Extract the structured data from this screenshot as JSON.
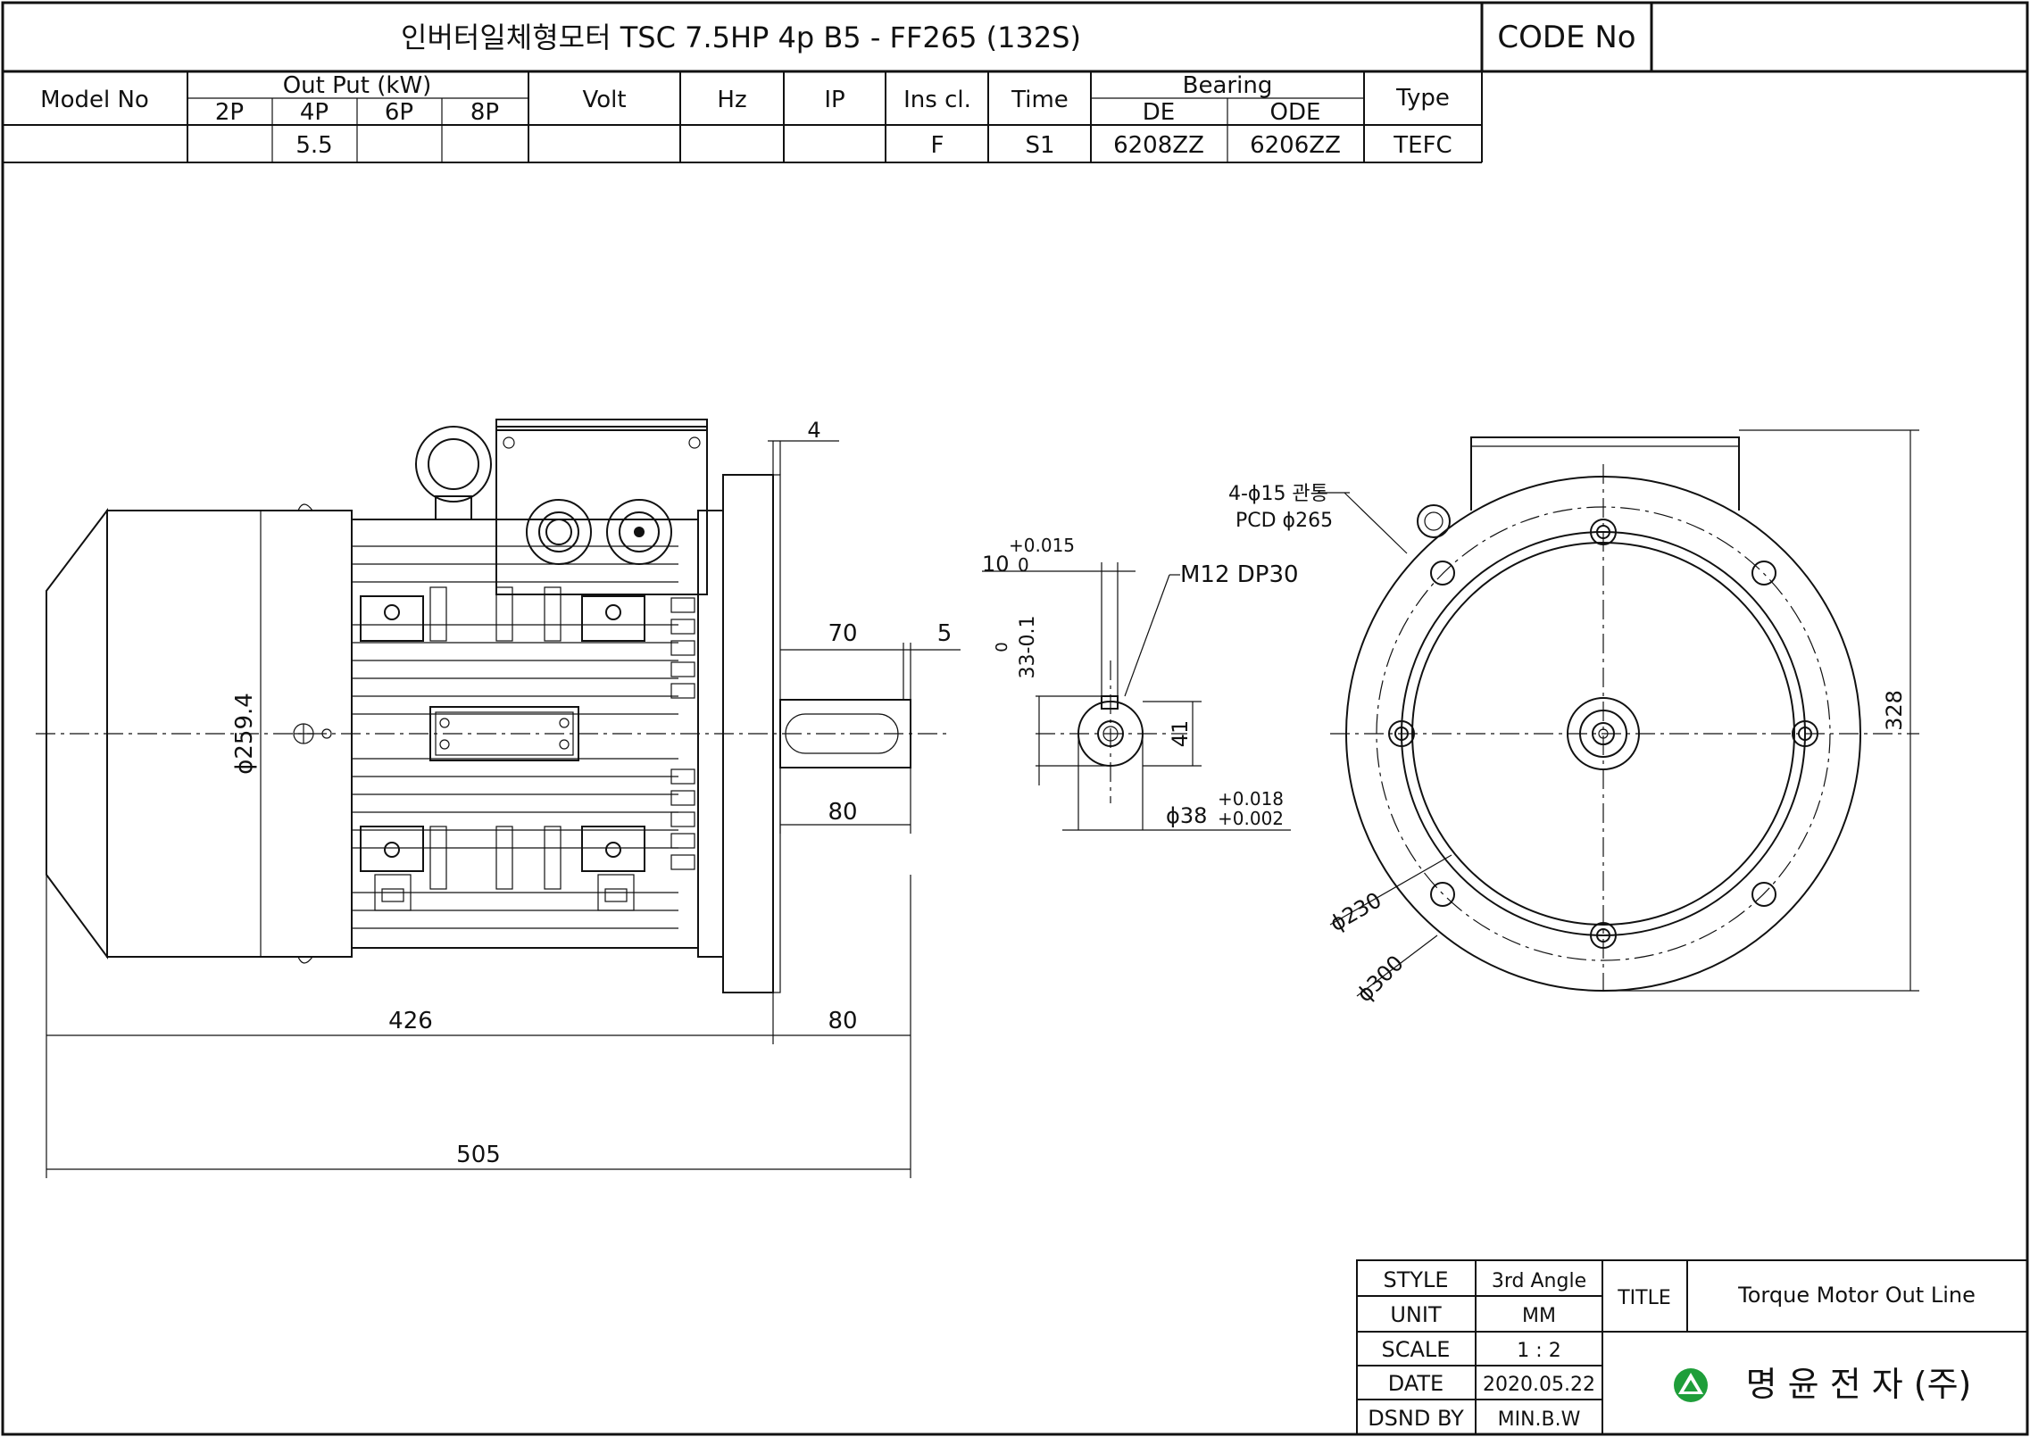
{
  "header": {
    "title": "인버터일체형모터 TSC 7.5HP  4p B5 - FF265 (132S)",
    "code_label": "CODE No",
    "code_value": ""
  },
  "spec_table": {
    "model_no_label": "Model No",
    "output_label": "Out Put (kW)",
    "poles": [
      "2P",
      "4P",
      "6P",
      "8P"
    ],
    "volt_label": "Volt",
    "hz_label": "Hz",
    "ip_label": "IP",
    "ins_label": "Ins cl.",
    "time_label": "Time",
    "bearing_label": "Bearing",
    "de_label": "DE",
    "ode_label": "ODE",
    "type_label": "Type",
    "row": {
      "model_no": "",
      "out_2p": "",
      "out_4p": "5.5",
      "out_6p": "",
      "out_8p": "",
      "volt": "",
      "hz": "",
      "ip": "",
      "ins": "F",
      "time": "S1",
      "de": "6208ZZ",
      "ode": "6206ZZ",
      "type": "TEFC"
    }
  },
  "dimensions": {
    "d_flange_thk": "4",
    "d_body_dia": "ϕ259.4",
    "d_shaft_len": "70",
    "d_shaft_step": "5",
    "d_shaft_80": "80",
    "d_length_426": "426",
    "d_length_80": "80",
    "d_length_505": "505",
    "d_key_width": "10",
    "d_key_tol_up": "+0.015",
    "d_key_tol_low": "0",
    "d_thread": "M12 DP30",
    "d_key_height": "33-0.1",
    "d_key_height_tol": "0",
    "d_shaft_height": "41",
    "d_shaft_dia": "ϕ38",
    "d_shaft_tol_up": "+0.018",
    "d_shaft_tol_low": "+0.002",
    "d_holes": "4-ϕ15 관통",
    "d_pcd": "PCD ϕ265",
    "d_spigot": "ϕ230",
    "d_flange_dia": "ϕ300",
    "d_height": "328"
  },
  "title_block": {
    "style_label": "STYLE",
    "style_value": "3rd Angle",
    "unit_label": "UNIT",
    "unit_value": "MM",
    "scale_label": "SCALE",
    "scale_value": "1 : 2",
    "date_label": "DATE",
    "date_value": "2020.05.22",
    "dsnd_label": "DSND BY",
    "dsnd_value": "MIN.B.W",
    "title_label": "TITLE",
    "title_value": "Torque  Motor Out Line",
    "company": "명 윤 전 자 (주)",
    "logo_color": "#1f9e3a"
  }
}
